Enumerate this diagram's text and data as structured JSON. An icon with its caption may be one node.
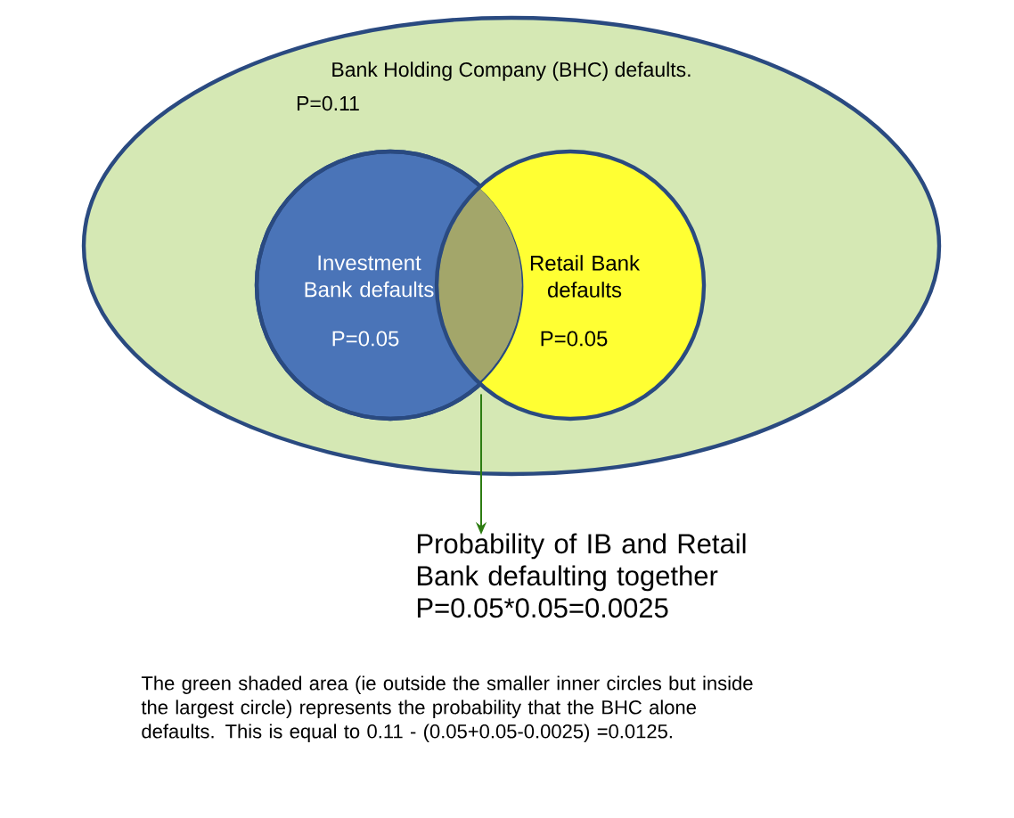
{
  "diagram": {
    "nodes": [
      {
        "text": [
          "Bank Holding Company (BHC) defaults.",
          "P=0.11"
        ]
      },
      {
        "text": [
          "Investment Bank defaults",
          "P=0.05"
        ],
        "in": 0
      },
      {
        "text": [
          "Retail Bank defaults",
          "P=0.05"
        ],
        "in": 0
      },
      {
        "text": [],
        "shape": "lens",
        "in": 0
      },
      {
        "text": [
          "Probability of IB and Retail Bank defaulting together",
          "P=0.05*0.05=0.0025"
        ]
      }
    ],
    "edges": [
      {
        "from": 3,
        "to": 4,
        "arrow": "to",
        "color": "#2e7d12"
      }
    ],
    "labels": [
      "The green shaded area (ie outside the smaller inner circles but inside the largest circle) represents the probability that the BHC alone defaults.  This is equal to 0.11 - (0.05+0.05-0.0025) =0.0125."
    ]
  }
}
